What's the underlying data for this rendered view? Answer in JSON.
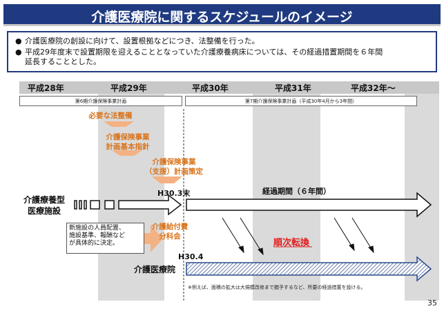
{
  "title": "介護医療院に関するスケジュールのイメージ",
  "bullets": [
    "介護医療院の創設に向けて、設置根拠などにつき、法整備を行った。",
    "平成29年度末で設置期限を迎えることとなっていた介護療養病床については、その経過措置期間を６年間",
    "延長することとした。"
  ],
  "bullet_marker": "●",
  "years": [
    "平成28年",
    "平成29年",
    "平成30年",
    "平成31年",
    "平成32年〜"
  ],
  "plans": {
    "sixth": "第6期介護保険事業計画",
    "seventh": "第7期介護保険事業計画（平成30年4月から3年間）"
  },
  "steps": {
    "law": "必要な法整備",
    "guideline_1": "介護保険事業",
    "guideline_2": "計画基本指針",
    "plan_1": "介護保険事業",
    "plan_2": "（支援）計画策定",
    "fee_1": "介護給付費",
    "fee_2": "分科会"
  },
  "milestones": {
    "h303": "H30.3末",
    "h304": "H30.4"
  },
  "rows": {
    "ryoyo_1": "介護療養型",
    "ryoyo_2": "医療施設",
    "iryoin": "介護医療院",
    "transition_period": "経過期間（６年間）",
    "conversion": "順次転換"
  },
  "note": {
    "line1": "新施設の人員配置、",
    "line2": "施設基準、報酬など",
    "line3": "が具体的に決定。"
  },
  "footnote": "※例えば、面積の拡大は大規模改修まで猶予するなど、所要の経過措置を設ける。",
  "page_number": "35",
  "colors": {
    "title_bg": "#1f3a80",
    "accent_orange": "#d9731a",
    "conversion_red": "#e02020",
    "hatch_blue": "#2a4a8a"
  }
}
